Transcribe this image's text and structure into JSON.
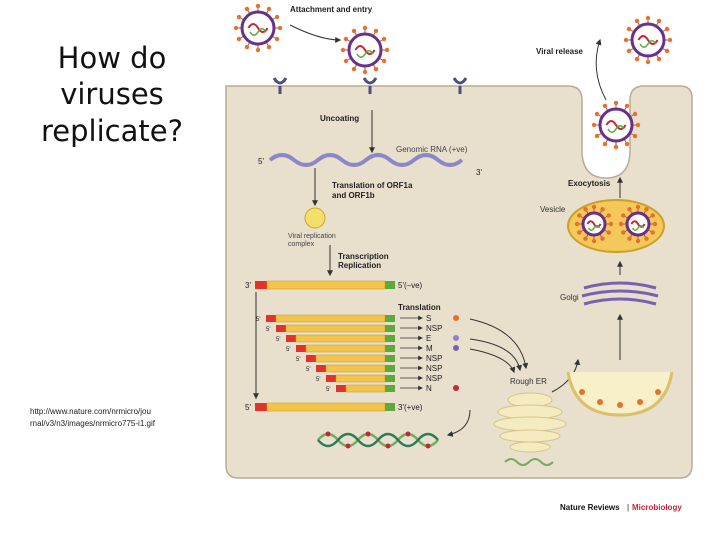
{
  "slide": {
    "title_line1": "How do",
    "title_line2": "viruses",
    "title_line3": "replicate?",
    "source_line1": "http://www.nature.com/nrmicro/jou",
    "source_line2": "rnal/v3/n3/images/nrmicro775-i1.gif"
  },
  "diagram": {
    "attachment_entry": "Attachment and entry",
    "viral_release": "Viral release",
    "uncoating": "Uncoating",
    "genomic_rna": "Genomic RNA (+ve)",
    "five_prime": "5'",
    "three_prime": "3'",
    "translation_orf_line1": "Translation of ORF1a",
    "translation_orf_line2": "and ORF1b",
    "viral_complex_line1": "Viral replication",
    "viral_complex_line2": "complex",
    "transcription": "Transcription",
    "replication": "Replication",
    "neg_strand_end": "5'(–ve)",
    "translation": "Translation",
    "pos_strand_end": "3'(+ve)",
    "exocytosis": "Exocytosis",
    "vesicle": "Vesicle",
    "golgi": "Golgi",
    "rough_er": "Rough ER",
    "proteins": [
      "S",
      "NSP",
      "E",
      "M",
      "NSP",
      "NSP",
      "NSP",
      "N"
    ],
    "credit_journal": "Nature Reviews",
    "credit_section": "Microbiology"
  },
  "colors": {
    "cell": "#e8dfcd",
    "cell_border": "#b8ac94",
    "rna_bar": "#f2c44a",
    "rna_red": "#e0342a",
    "rna_green": "#5fa83a",
    "rna_wave": "#8b88c8",
    "golgi": "#7b5fb0",
    "vesicle": "#f4c85a",
    "virus_purple": "#6b2f86",
    "spike_orange": "#e8702a"
  }
}
